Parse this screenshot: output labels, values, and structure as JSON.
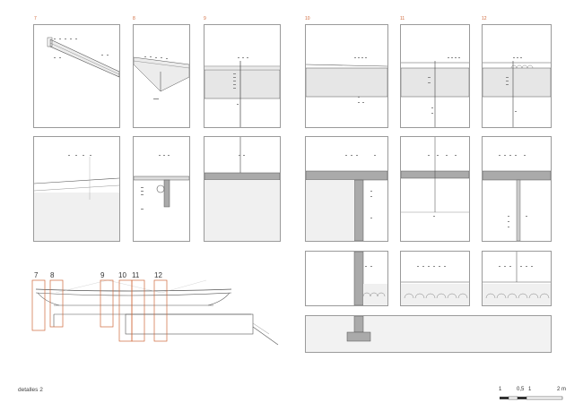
{
  "sheet": {
    "caption": "detalles 2",
    "columns": [
      "7",
      "8",
      "9",
      "10",
      "11",
      "12"
    ],
    "section_markers": [
      "7",
      "8",
      "9",
      "10",
      "11",
      "12"
    ],
    "scale": {
      "one": "1",
      "half": "0,5",
      "one_again": "1",
      "two": "2 m"
    }
  },
  "colors": {
    "accent": "#d0683a",
    "line": "#555555",
    "hatch": "#e6e6e6"
  }
}
